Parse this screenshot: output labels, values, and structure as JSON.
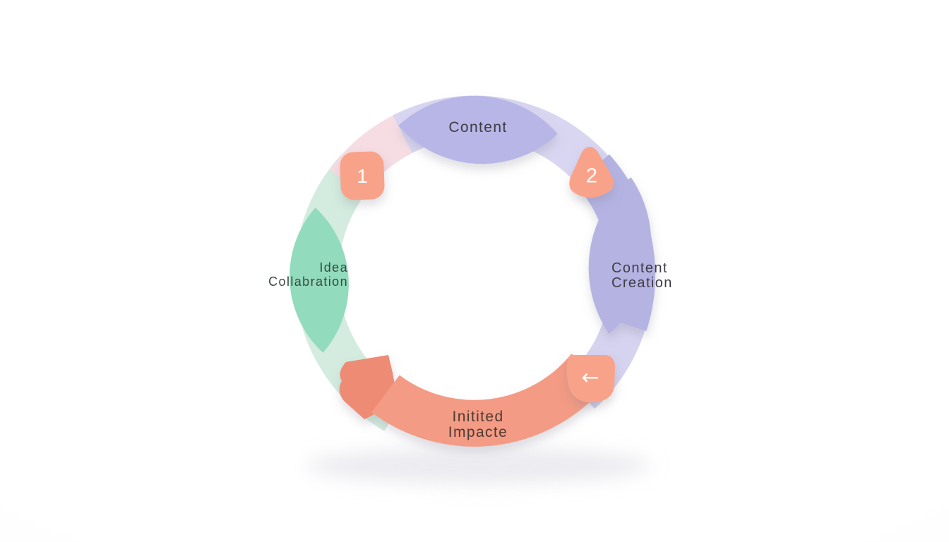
{
  "colors": {
    "pale_green": "#d3ecdf",
    "green_lens": "#92dbbd",
    "pink": "#f6dce3",
    "lavender_light": "#d8d6f1",
    "lavender_light2": "#d5d3ef",
    "lavender": "#b5b3e2",
    "lavender_lens": "#b8b6e6",
    "salmon": "#f39b84",
    "salmon_fold": "#ee8b75",
    "badge_salmon": "#f9a28a",
    "badge_text": "#ffffff",
    "ground_shadow": "#dcdce4",
    "text_dark": "#3e3d46",
    "text_green": "#39493f",
    "text_brown": "#4d3b33"
  },
  "cycle": {
    "top_label": "Content",
    "right_label": "Content\nCreation",
    "left_label": "Idea\nCollabration",
    "bottom_label": "Initited\nImpacte",
    "badges": {
      "one": "1",
      "two": "2"
    },
    "icons": {
      "arrow_left": "←"
    }
  }
}
